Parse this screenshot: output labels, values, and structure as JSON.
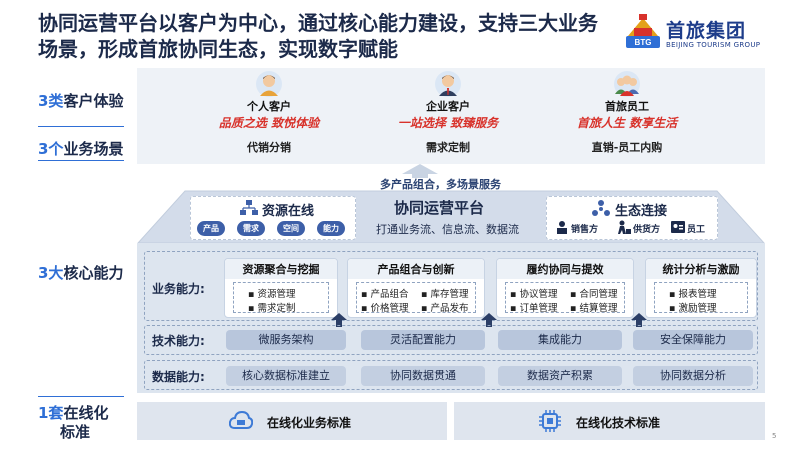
{
  "header": {
    "title": "协同运营平台以客户为中心，通过核心能力建设，支持三大业务场景，形成首旅协同生态，实现数字赋能",
    "logo_name": "首旅集团",
    "logo_sub": "BEIJING TOURISM GROUP",
    "logo_mark_text": "BTG"
  },
  "left": {
    "cx_num": "3类",
    "cx_text": "客户体验",
    "scene_num": "3个",
    "scene_text": "业务场景",
    "core_num": "3大",
    "core_text": "核心能力",
    "online_num": "1套",
    "online_text": "在线化",
    "online_text2": "标准"
  },
  "customers": [
    {
      "name": "个人客户",
      "slogan": "品质之选 致悦体验",
      "scene": "代销分销"
    },
    {
      "name": "企业客户",
      "slogan": "一站选择 致臻服务",
      "scene": "需求定制"
    },
    {
      "name": "首旅员工",
      "slogan": "首旅人生 数享生活",
      "scene": "直销-员工内购"
    }
  ],
  "multi_product": "多产品组合，多场景服务",
  "resource": {
    "title": "资源在线",
    "pills": [
      "产品",
      "需求",
      "空间",
      "能力"
    ]
  },
  "platform": {
    "title": "协同运营平台",
    "subtitle": "打通业务流、信息流、数据流"
  },
  "ecology": {
    "title": "生态连接",
    "items": [
      "销售方",
      "供货方",
      "员工"
    ]
  },
  "biz": {
    "label": "业务能力:",
    "cards": [
      {
        "title": "资源聚合与挖掘",
        "items": [
          "资源管理",
          "需求定制"
        ]
      },
      {
        "title": "产品组合与创新",
        "items": [
          "产品组合",
          "库存管理",
          "价格管理",
          "产品发布"
        ]
      },
      {
        "title": "履约协同与提效",
        "items": [
          "协议管理",
          "合同管理",
          "订单管理",
          "结算管理"
        ]
      },
      {
        "title": "统计分析与激励",
        "items": [
          "报表管理",
          "激励管理"
        ]
      }
    ]
  },
  "tech": {
    "label": "技术能力:",
    "items": [
      "微服务架构",
      "灵活配置能力",
      "集成能力",
      "安全保障能力"
    ]
  },
  "datacap": {
    "label": "数据能力:",
    "items": [
      "核心数据标准建立",
      "协同数据贯通",
      "数据资产积累",
      "协同数据分析"
    ]
  },
  "standards": [
    {
      "label": "在线化业务标准"
    },
    {
      "label": "在线化技术标准"
    }
  ],
  "page_number": "5",
  "colors": {
    "accent_blue": "#2f6fd6",
    "slogan_red": "#d8322b",
    "dark_navy": "#1c2a4a",
    "pill_blue": "#3d5fa8"
  }
}
